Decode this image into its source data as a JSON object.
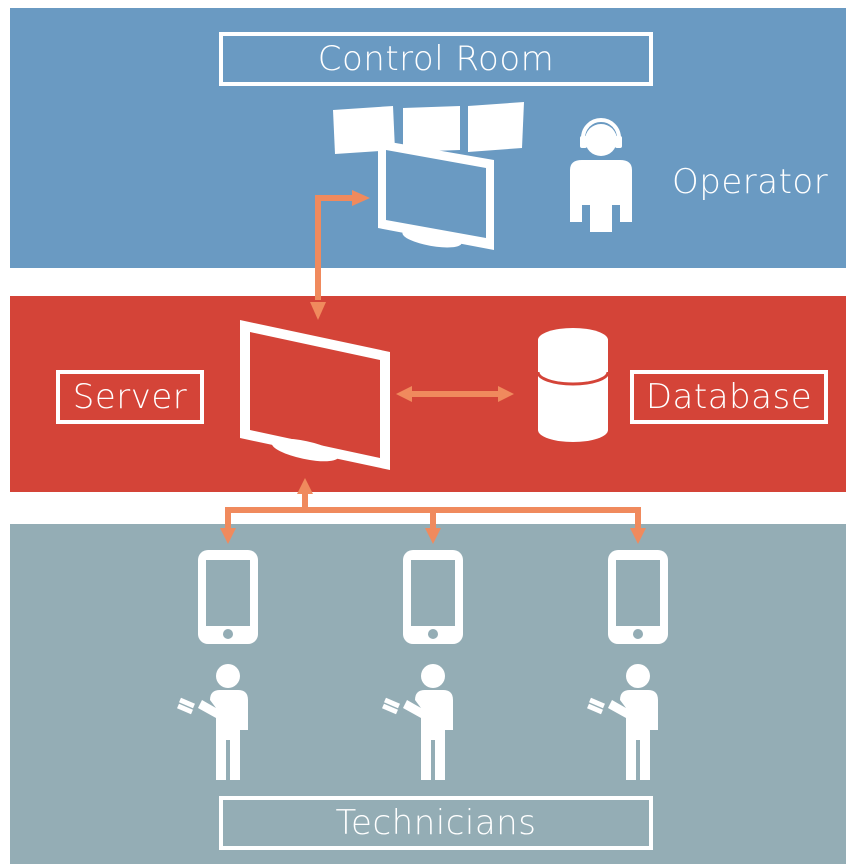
{
  "labels": {
    "control_room": "Control Room",
    "operator": "Operator",
    "server": "Server",
    "database": "Database",
    "technicians": "Technicians"
  },
  "colors": {
    "control_band": "#6a9ac2",
    "server_band": "#d44438",
    "tech_band": "#94adb5",
    "arrow": "#f08a5d",
    "icon": "#ffffff"
  },
  "icons": [
    "monitor-wall-icon",
    "operator-headset-icon",
    "server-monitor-icon",
    "database-cylinder-icon",
    "smartphone-icon",
    "technician-wrench-icon"
  ]
}
